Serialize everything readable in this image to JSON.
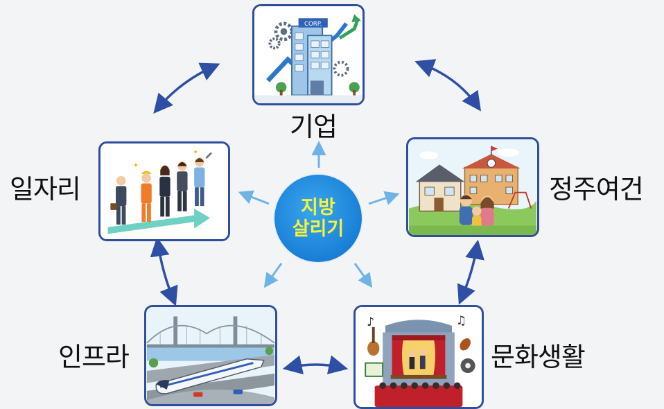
{
  "center": {
    "line1": "지방",
    "line2": "살리기"
  },
  "nodes": {
    "company": {
      "label": "기업",
      "sign": "CORP."
    },
    "housing": {
      "label": "정주여건"
    },
    "culture": {
      "label": "문화생활"
    },
    "infra": {
      "label": "인프라"
    },
    "jobs": {
      "label": "일자리"
    }
  },
  "colors": {
    "card_border": "#2f4f9a",
    "cycle_arrow": "#2e4fa3",
    "spoke_arrow": "#6fb3e6",
    "center_fill": "#1a7fd6",
    "center_text": "#f7f23a",
    "background": "#f3f4f6"
  },
  "icons": {
    "company": "office-building-icon",
    "housing": "house-family-icon",
    "culture": "theater-stage-icon",
    "infra": "train-bridge-icon",
    "jobs": "workers-icon"
  }
}
